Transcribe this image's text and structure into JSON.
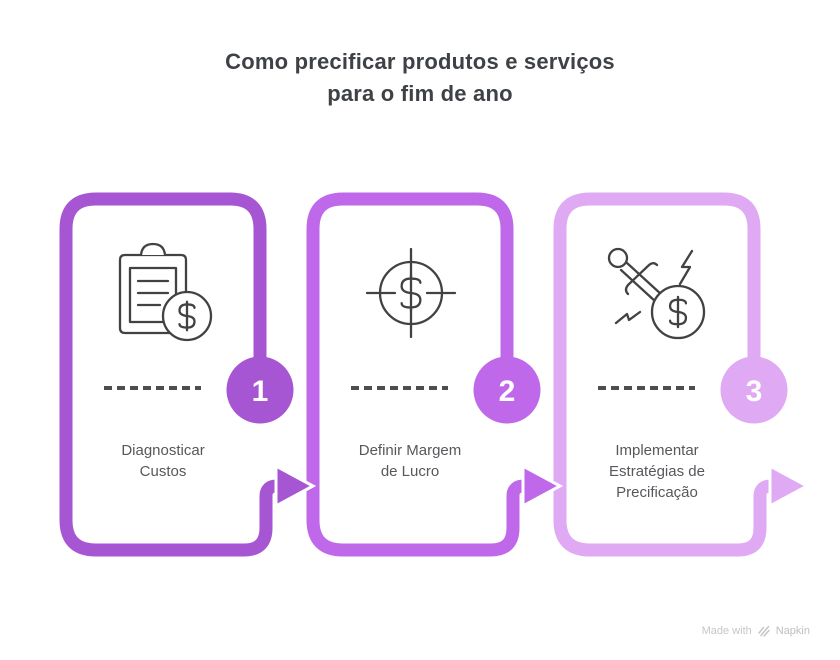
{
  "title": {
    "text": "Como precificar produtos e serviços\npara o fim de ano"
  },
  "steps": [
    {
      "number": "1",
      "label": "Diagnosticar\nCustos",
      "color": "#a655d3",
      "icon": "clipboard-dollar-icon"
    },
    {
      "number": "2",
      "label": "Definir Margem\nde Lucro",
      "color": "#bf69ea",
      "icon": "target-dollar-icon"
    },
    {
      "number": "3",
      "label": "Implementar\nEstratégias de\nPrecificação",
      "color": "#dfa9f4",
      "icon": "sword-coin-icon"
    }
  ],
  "badge_text_color": "#ffffff",
  "footer": {
    "made_with": "Made with",
    "brand": "Napkin",
    "logo": "napkin-logo-icon"
  }
}
